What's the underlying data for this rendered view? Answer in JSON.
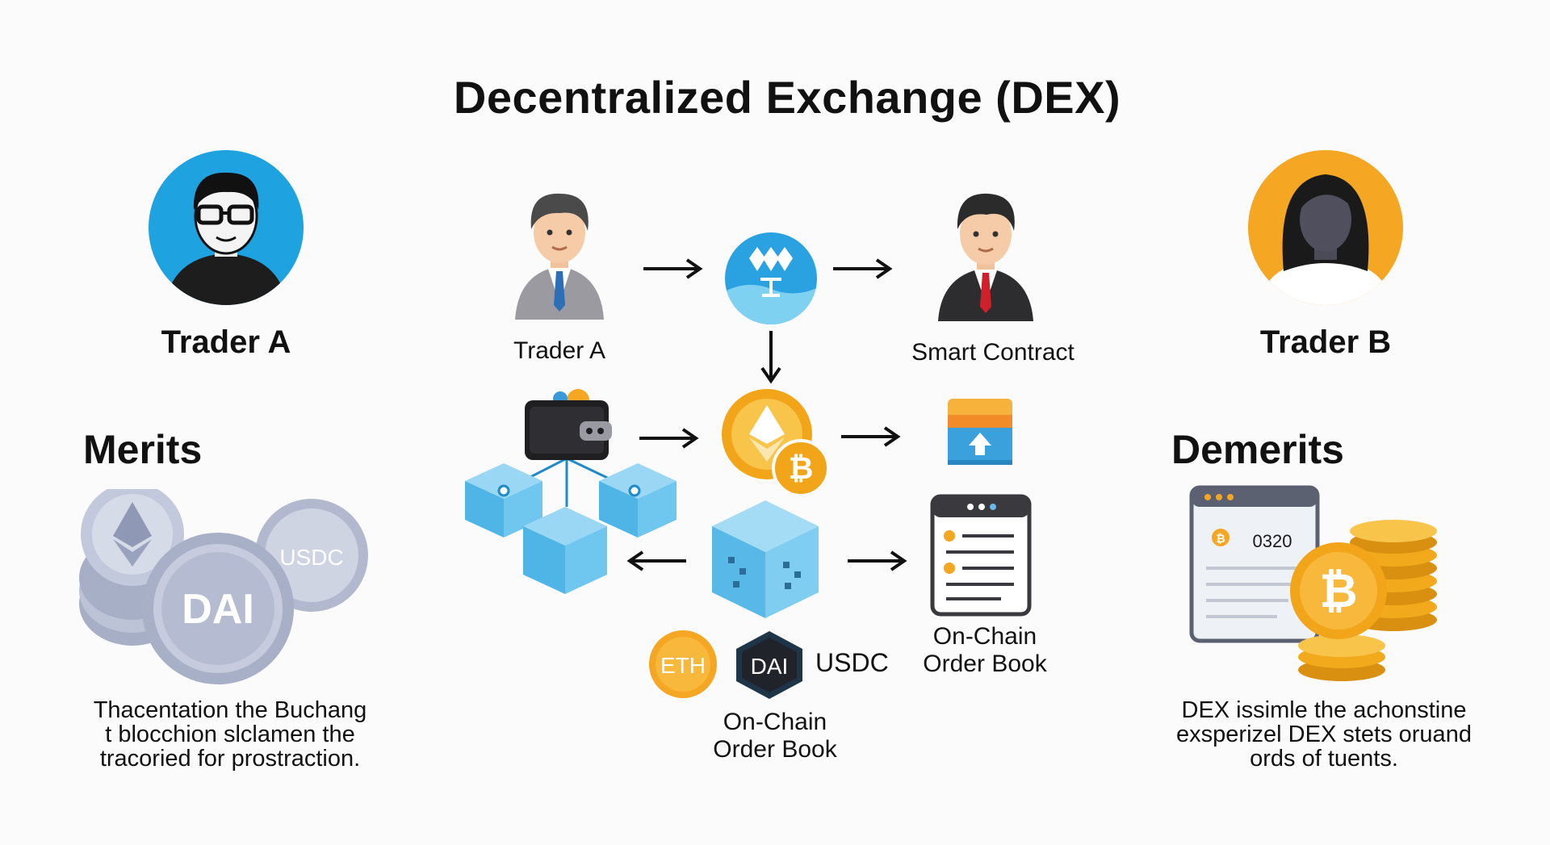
{
  "title": "Decentralized Exchange (DEX)",
  "left": {
    "trader_label": "Trader A",
    "heading": "Merits",
    "coins": {
      "dai": "DAI",
      "usdc": "USDC"
    },
    "paragraph": [
      "Thacentation the Buchang",
      "t blocchion slclamen the",
      "tracoried for prostraction."
    ]
  },
  "center": {
    "trader_label": "Trader A",
    "contract_label": "Smart Contract",
    "tokens": {
      "eth": "ETH",
      "dai": "DAI",
      "usdc": "USDC"
    },
    "orderbook_bottom": [
      "On-Chain",
      "Order Book"
    ],
    "orderbook_right": [
      "On-Chain",
      "Order Book"
    ]
  },
  "right": {
    "trader_label": "Trader B",
    "heading": "Demerits",
    "screen_number": "0320",
    "paragraph": [
      "DEX issimle the achonstine",
      "exsperizel DEX stets oruand",
      "ords of tuents."
    ]
  },
  "colors": {
    "blue": "#1ea2e0",
    "orange": "#f5a623",
    "cube": "#5bbde8",
    "coin_gray": "#b6bdd3"
  }
}
